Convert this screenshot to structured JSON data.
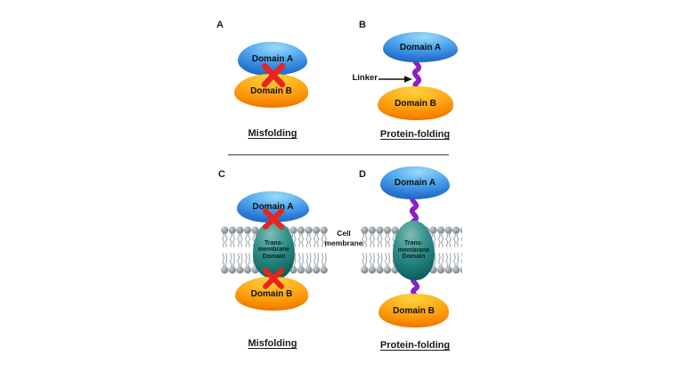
{
  "colors": {
    "domain_a_fill": "#3F97E8",
    "domain_b_fill": "#FF9D0E",
    "transmembrane_fill": "#1E7775",
    "linker_color": "#8B1FC8",
    "cross_color": "#E8241C",
    "membrane_head_color": "#8C969C",
    "text_color": "#111111",
    "background": "#FFFFFF"
  },
  "panels": {
    "a": {
      "letter": "A",
      "domain_a_label": "Domain A",
      "domain_b_label": "Domain B",
      "caption": "Misfolding"
    },
    "b": {
      "letter": "B",
      "domain_a_label": "Domain A",
      "domain_b_label": "Domain B",
      "linker_label": "Linker",
      "caption": "Protein-folding"
    },
    "c": {
      "letter": "C",
      "domain_a_label": "Domain A",
      "domain_b_label": "Domain B",
      "tm_line1": "Trans-",
      "tm_line2": "membrane",
      "tm_line3": "Domain",
      "caption": "Misfolding"
    },
    "d": {
      "letter": "D",
      "domain_a_label": "Domain A",
      "domain_b_label": "Domain B",
      "tm_line1": "Trans-",
      "tm_line2": "membrane",
      "tm_line3": "Domain",
      "caption": "Protein-folding"
    }
  },
  "membrane_annotation": {
    "line1": "Cell",
    "line2": "membrane"
  }
}
